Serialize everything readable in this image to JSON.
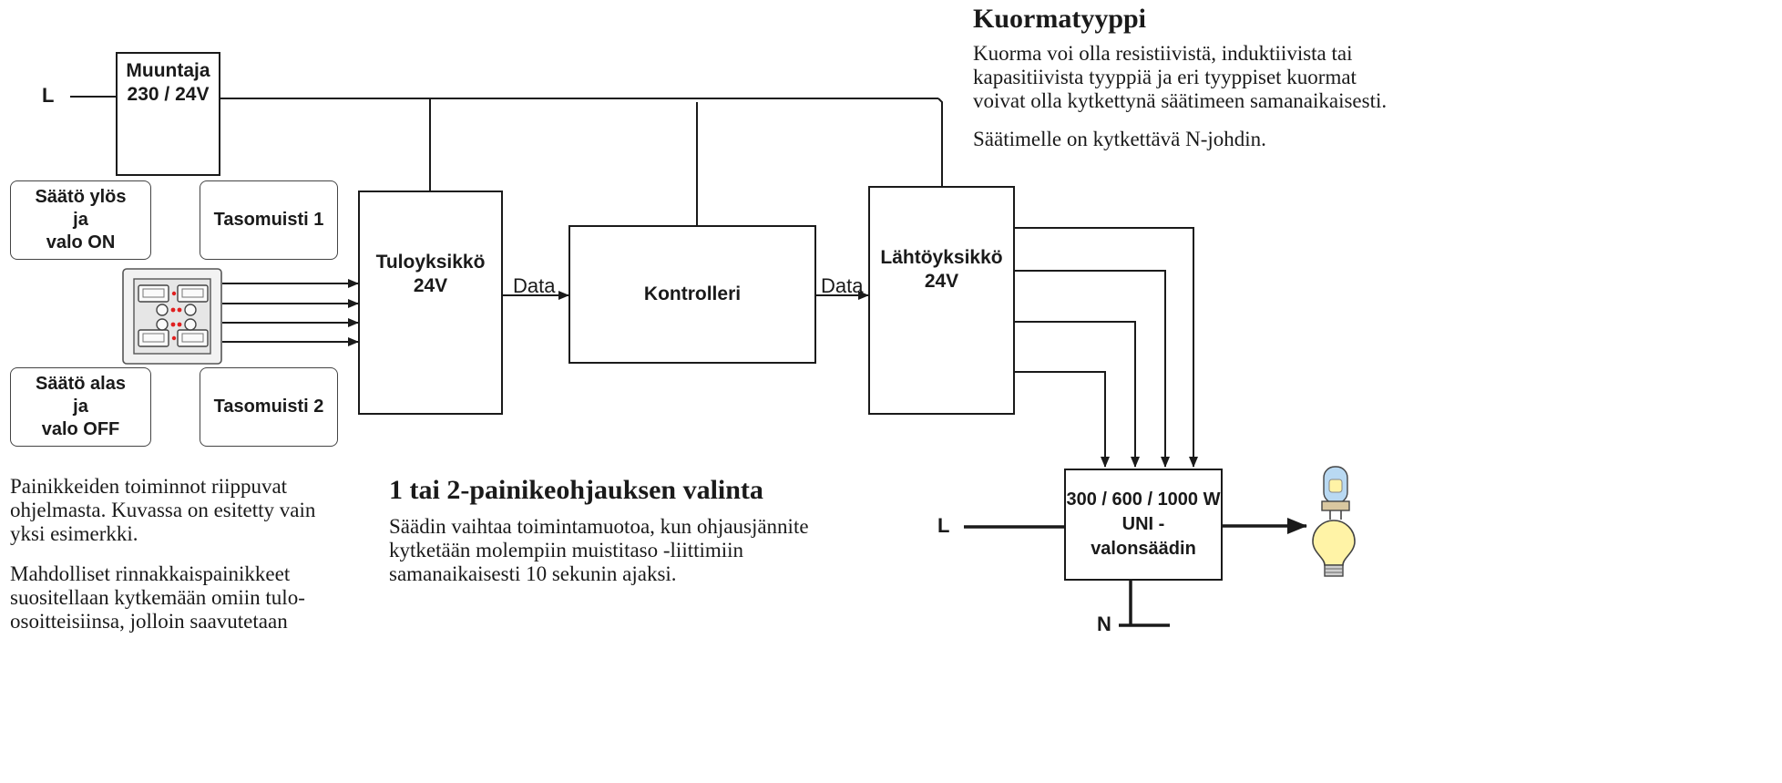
{
  "transformer": {
    "title": "Muuntaja",
    "rating": "230 / 24V"
  },
  "line_labels": {
    "l_top": "L",
    "l_bottom": "L",
    "n_bottom": "N"
  },
  "buttons": {
    "up": [
      "Säätö ylös",
      "ja",
      "valo ON"
    ],
    "down": [
      "Säätö alas",
      "ja",
      "valo OFF"
    ],
    "mem1": "Tasomuisti 1",
    "mem2": "Tasomuisti 2"
  },
  "input_unit": {
    "name": "Tuloyksikkö",
    "voltage": "24V"
  },
  "controller": {
    "name": "Kontrolleri"
  },
  "output_unit": {
    "name": "Lähtöyksikkö",
    "voltage": "24V"
  },
  "data_labels": {
    "in": "Data",
    "out": "Data"
  },
  "dimmer": {
    "rating": "300 / 600 / 1000 W",
    "line2": "UNI -",
    "line3": "valonsäädin"
  },
  "load_type": {
    "heading": "Kuormatyyppi",
    "para1": [
      "Kuorma voi olla resistiivistä, induktiivista tai",
      "kapasitiivista tyyppiä ja eri tyyppiset kuormat",
      "voivat olla kytkettynä säätimeen samanaikaisesti."
    ],
    "para2": "Säätimelle on kytkettävä N-johdin."
  },
  "buttons_note": {
    "para1": [
      "Painikkeiden toiminnot riippuvat",
      "ohjelmasta. Kuvassa on esitetty vain",
      "yksi esimerkki."
    ],
    "para2": [
      "Mahdolliset rinnakkaispainikkeet",
      "suositellaan kytkemään omiin tulo-",
      "osoitteisiinsa, jolloin saavutetaan"
    ]
  },
  "selection": {
    "heading": "1 tai 2-painikeohjauksen valinta",
    "para": [
      "Säädin vaihtaa toimintamuotoa, kun ohjausjännite",
      "kytketään molempiin muistitaso -liittimiin",
      "samanaikaisesti 10 sekunin ajaksi."
    ]
  },
  "colors": {
    "line": "#1a1a1a",
    "bulb": "#fff3a6",
    "halogen": "#b9d9f2",
    "led": "#e02020"
  },
  "icons": [
    "transformer-symbol-icon",
    "wall-switch-panel-icon",
    "light-bulb-icon",
    "halogen-bulb-icon"
  ]
}
